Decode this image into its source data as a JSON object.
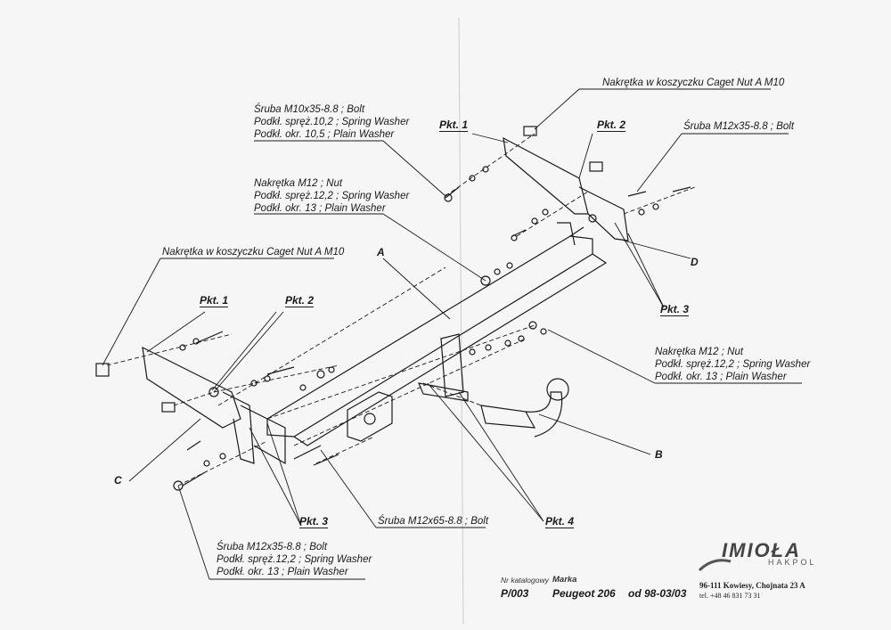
{
  "callouts": {
    "bolt_m10": [
      "Śruba M10x35-8.8 ;  Bolt",
      "Podkł. spręż.10,2 ; Spring Washer",
      "Podkł. okr. 10,5 ; Plain Washer"
    ],
    "nut_m12_top": [
      "Nakrętka  M12 ; Nut",
      "Podkł. spręż.12,2 ; Spring Washer",
      "Podkł. okr. 13 ; Plain Washer"
    ],
    "caget_top": "Nakrętka w koszyczku Caget Nut A M10",
    "caget_left": "Nakrętka w koszyczku Caget Nut A M10",
    "bolt_m12_top": "Śruba M12x35-8.8 ;  Bolt",
    "nut_m12_right": [
      "Nakrętka  M12 ; Nut",
      "Podkł. spręż.12,2 ; Spring Washer",
      "Podkł. okr. 13 ; Plain Washer"
    ],
    "bolt_m12_bottom": [
      "Śruba M12x35-8.8 ;  Bolt",
      "Podkł. spręż.12,2 ; Spring Washer",
      "Podkł. okr. 13 ; Plain Washer"
    ],
    "bolt_m12x65": "Śruba M12x65-8.8 ;  Bolt"
  },
  "points": {
    "pkt1": "Pkt. 1",
    "pkt2": "Pkt. 2",
    "pkt3": "Pkt. 3",
    "pkt4": "Pkt. 4"
  },
  "part_letters": {
    "a": "A",
    "b": "B",
    "c": "C",
    "d": "D"
  },
  "info": {
    "catalog_label": "Nr katalogowy",
    "brand_label": "Marka",
    "catalog_no": "P/003",
    "model": "Peugeot 206",
    "years": "od  98-03/03"
  },
  "company": {
    "logo": "IMIOŁA",
    "sub": "HAKPOL",
    "address": "96-111 Kowiesy, Chojnata 23 A",
    "phone": "tel. +48 46 831 73 31"
  }
}
